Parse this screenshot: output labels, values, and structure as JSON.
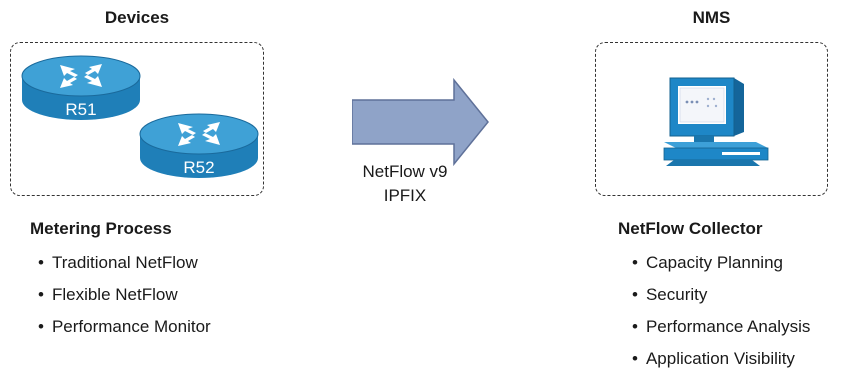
{
  "devices": {
    "title": "Devices",
    "routers": [
      {
        "label": "R51",
        "icon": "router-icon"
      },
      {
        "label": "R52",
        "icon": "router-icon"
      }
    ]
  },
  "nms": {
    "title": "NMS",
    "icon": "computer-workstation-icon"
  },
  "arrow": {
    "icon": "right-arrow-icon",
    "protocols": [
      "NetFlow v9",
      "IPFIX"
    ]
  },
  "metering": {
    "title": "Metering Process",
    "items": [
      "Traditional NetFlow",
      "Flexible NetFlow",
      "Performance Monitor"
    ]
  },
  "collector": {
    "title": "NetFlow Collector",
    "items": [
      "Capacity Planning",
      "Security",
      "Performance Analysis",
      "Application Visibility"
    ]
  },
  "colors": {
    "router_blue": "#2b8ec7",
    "arrow_fill": "#8fa3c8",
    "monitor_blue": "#1e87c7",
    "dashed_border": "#333333"
  }
}
